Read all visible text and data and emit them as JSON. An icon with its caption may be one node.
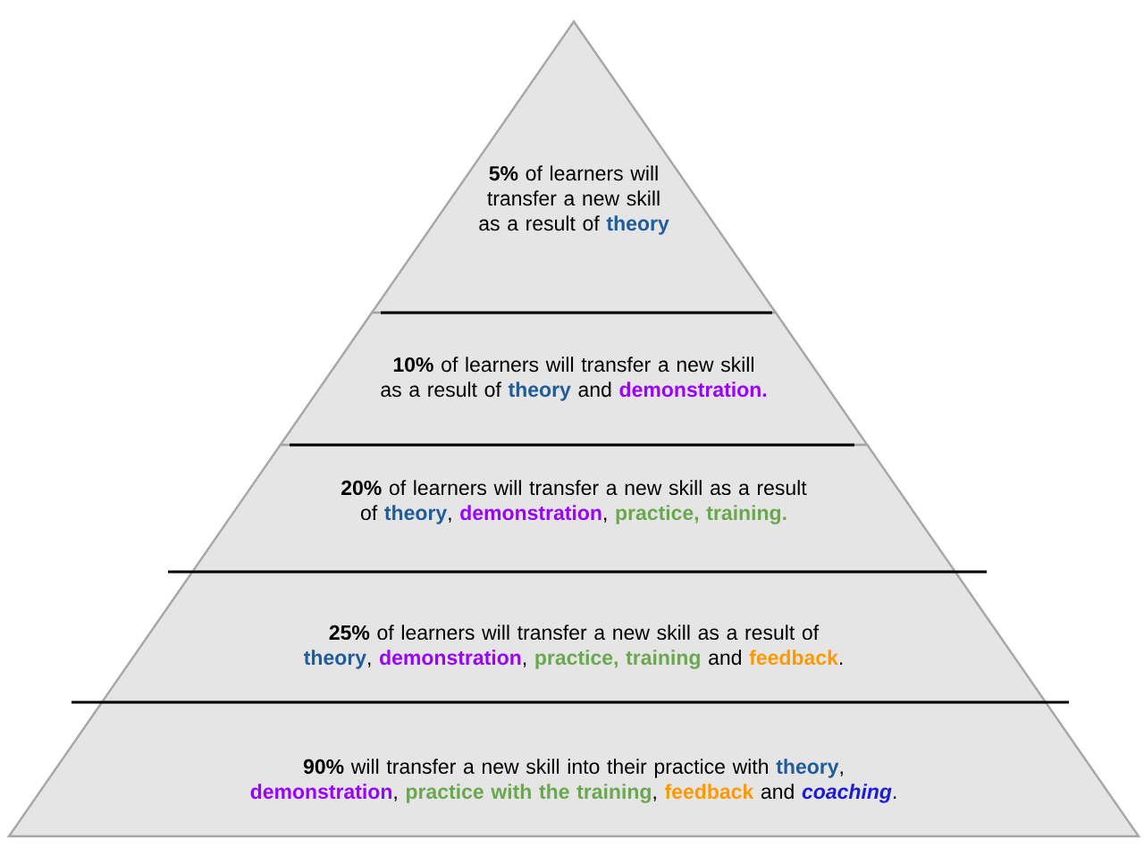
{
  "diagram": {
    "nodes": [
      {
        "text": [
          "**5%** of learners will transfer a new skill as a result of **theory**"
        ]
      },
      {
        "text": [
          "**10%** of learners will transfer a new skill as a result of **theory** and **demonstration.**"
        ]
      },
      {
        "text": [
          "**20%** of learners will transfer a new skill as a result of **theory**, **demonstration**, **practice, training.**"
        ]
      },
      {
        "text": [
          "**25%** of learners will transfer a new skill as a result of **theory**, **demonstration**, **practice, training** and **feedback**."
        ]
      },
      {
        "text": [
          "**90%** will transfer a new skill into their practice with **theory**, **demonstration**, **practice with the training**, **feedback** and **coaching**."
        ]
      }
    ]
  }
}
